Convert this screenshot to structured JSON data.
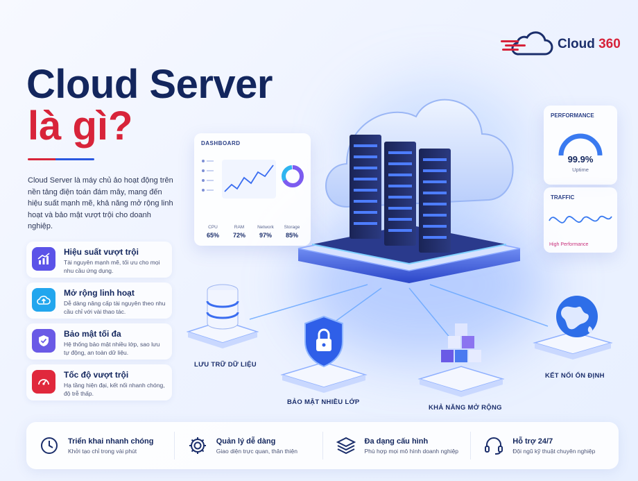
{
  "brand": {
    "name_part": "Cloud",
    "number_part": "360"
  },
  "hero": {
    "title": "Cloud Server",
    "subtitle": "là gì?"
  },
  "intro": "Cloud Server là máy chủ ảo hoạt động trên nền tảng điện toán đám mây, mang đến hiệu suất mạnh mẽ, khả năng mở rộng linh hoạt và bảo mật vượt trội cho doanh nghiệp.",
  "features": [
    {
      "title": "Hiệu suất vượt trội",
      "desc": "Tài nguyên mạnh mẽ, tối ưu cho mọi nhu cầu ứng dụng.",
      "icon": "chart-up-icon",
      "color": "#5b53e8"
    },
    {
      "title": "Mở rộng linh hoạt",
      "desc": "Dễ dàng nâng cấp tài nguyên theo nhu cầu chỉ với vài thao tác.",
      "icon": "cloud-upload-icon",
      "color": "#22a6ee"
    },
    {
      "title": "Bảo mật tối đa",
      "desc": "Hệ thống bảo mật nhiều lớp, sao lưu tự động, an toàn dữ liệu.",
      "icon": "shield-check-icon",
      "color": "#6a5ae6"
    },
    {
      "title": "Tốc độ vượt trội",
      "desc": "Hạ tầng hiện đại, kết nối nhanh chóng, độ trễ thấp.",
      "icon": "speedometer-icon",
      "color": "#e0283c"
    }
  ],
  "dashboard": {
    "title": "DASHBOARD",
    "metrics": [
      {
        "label": "CPU",
        "value": "65%"
      },
      {
        "label": "RAM",
        "value": "72%"
      },
      {
        "label": "Network",
        "value": "97%"
      },
      {
        "label": "Storage",
        "value": "85%"
      }
    ]
  },
  "performance": {
    "title": "PERFORMANCE",
    "value": "99.9%",
    "label": "Uptime",
    "gauge_fraction": 0.999
  },
  "traffic": {
    "title": "TRAFFIC",
    "subtitle": "High Performance"
  },
  "platforms": {
    "storage": "LƯU TRỮ DỮ LIỆU",
    "security": "BẢO MẬT NHIỀU LỚP",
    "scale": "KHẢ NĂNG MỞ RỘNG",
    "connect": "KẾT NỐI ỔN ĐỊNH"
  },
  "bottom": [
    {
      "title": "Triển khai nhanh chóng",
      "desc": "Khởi tạo chỉ trong vài phút",
      "icon": "clock-icon"
    },
    {
      "title": "Quản lý dễ dàng",
      "desc": "Giao diện trực quan, thân thiện",
      "icon": "gear-icon"
    },
    {
      "title": "Đa dạng cấu hình",
      "desc": "Phù hợp mọi mô hình doanh nghiệp",
      "icon": "layers-icon"
    },
    {
      "title": "Hỗ trợ 24/7",
      "desc": "Đội ngũ kỹ thuật chuyên nghiệp",
      "icon": "headset-icon"
    }
  ],
  "colors": {
    "navy": "#13265d",
    "red": "#d8243a",
    "blue": "#2a58e0"
  }
}
